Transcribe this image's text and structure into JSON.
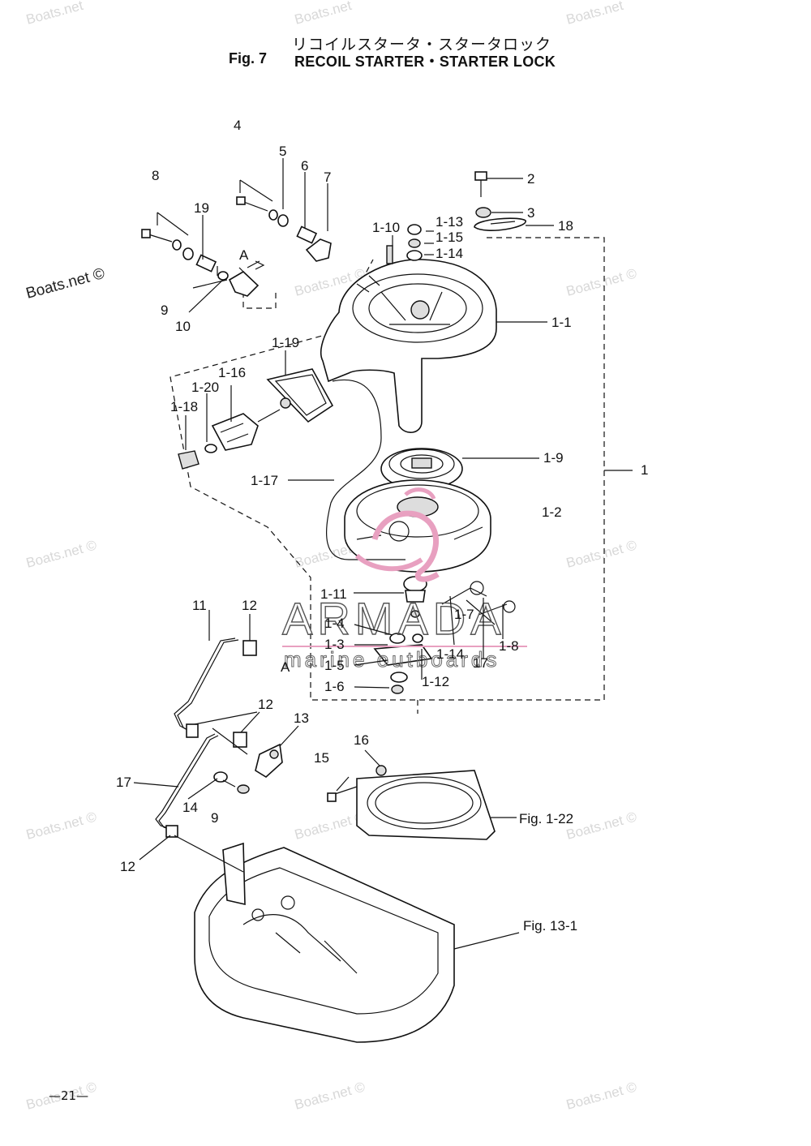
{
  "header": {
    "title_jp": "リコイルスタータ・スタータロック",
    "fig_label": "Fig. 7",
    "title_en": "RECOIL STARTER・STARTER LOCK"
  },
  "callouts": [
    {
      "id": "c-4",
      "text": "4"
    },
    {
      "id": "c-5",
      "text": "5"
    },
    {
      "id": "c-6",
      "text": "6"
    },
    {
      "id": "c-7",
      "text": "7"
    },
    {
      "id": "c-8",
      "text": "8"
    },
    {
      "id": "c-19",
      "text": "19"
    },
    {
      "id": "c-A-top",
      "text": "A"
    },
    {
      "id": "c-9-top",
      "text": "9"
    },
    {
      "id": "c-10",
      "text": "10"
    },
    {
      "id": "c-2",
      "text": "2"
    },
    {
      "id": "c-3",
      "text": "3"
    },
    {
      "id": "c-18",
      "text": "18"
    },
    {
      "id": "c-1-10",
      "text": "1-10"
    },
    {
      "id": "c-1-13",
      "text": "1-13"
    },
    {
      "id": "c-1-15",
      "text": "1-15"
    },
    {
      "id": "c-1-14-top",
      "text": "1-14"
    },
    {
      "id": "c-1-1",
      "text": "1-1"
    },
    {
      "id": "c-1-19",
      "text": "1-19"
    },
    {
      "id": "c-1-16",
      "text": "1-16"
    },
    {
      "id": "c-1-20",
      "text": "1-20"
    },
    {
      "id": "c-1-18",
      "text": "1-18"
    },
    {
      "id": "c-1-9",
      "text": "1-9"
    },
    {
      "id": "c-1",
      "text": "1"
    },
    {
      "id": "c-1-17",
      "text": "1-17"
    },
    {
      "id": "c-1-2",
      "text": "1-2"
    },
    {
      "id": "c-1-11",
      "text": "1-11"
    },
    {
      "id": "c-1-7",
      "text": "1-7"
    },
    {
      "id": "c-1-4",
      "text": "1-4"
    },
    {
      "id": "c-1-3",
      "text": "1-3"
    },
    {
      "id": "c-1-14-bot",
      "text": "1-14"
    },
    {
      "id": "c-1-8",
      "text": "1-8"
    },
    {
      "id": "c-1-5",
      "text": "1-5"
    },
    {
      "id": "c-17-mid",
      "text": "17"
    },
    {
      "id": "c-1-12",
      "text": "1-12"
    },
    {
      "id": "c-1-6",
      "text": "1-6"
    },
    {
      "id": "c-11",
      "text": "11"
    },
    {
      "id": "c-12-a",
      "text": "12"
    },
    {
      "id": "c-A-bot",
      "text": "A"
    },
    {
      "id": "c-12-b",
      "text": "12"
    },
    {
      "id": "c-13",
      "text": "13"
    },
    {
      "id": "c-16",
      "text": "16"
    },
    {
      "id": "c-15",
      "text": "15"
    },
    {
      "id": "c-17-bot",
      "text": "17"
    },
    {
      "id": "c-14-bot",
      "text": "14"
    },
    {
      "id": "c-9-bot",
      "text": "9"
    },
    {
      "id": "c-fig-1-22",
      "text": "Fig. 1-22"
    },
    {
      "id": "c-12-c",
      "text": "12"
    },
    {
      "id": "c-fig-13-1",
      "text": "Fig. 13-1"
    }
  ],
  "watermarks": {
    "site": "Boats.net",
    "site_c": "Boats.net ©",
    "brand": "ARMADA",
    "brand_sub": "marine outboards"
  },
  "footer": {
    "page_number": "—21—"
  },
  "colors": {
    "ink": "#111111",
    "watermark": "#d8d8d8",
    "brand_accent": "#e8a0c0"
  }
}
